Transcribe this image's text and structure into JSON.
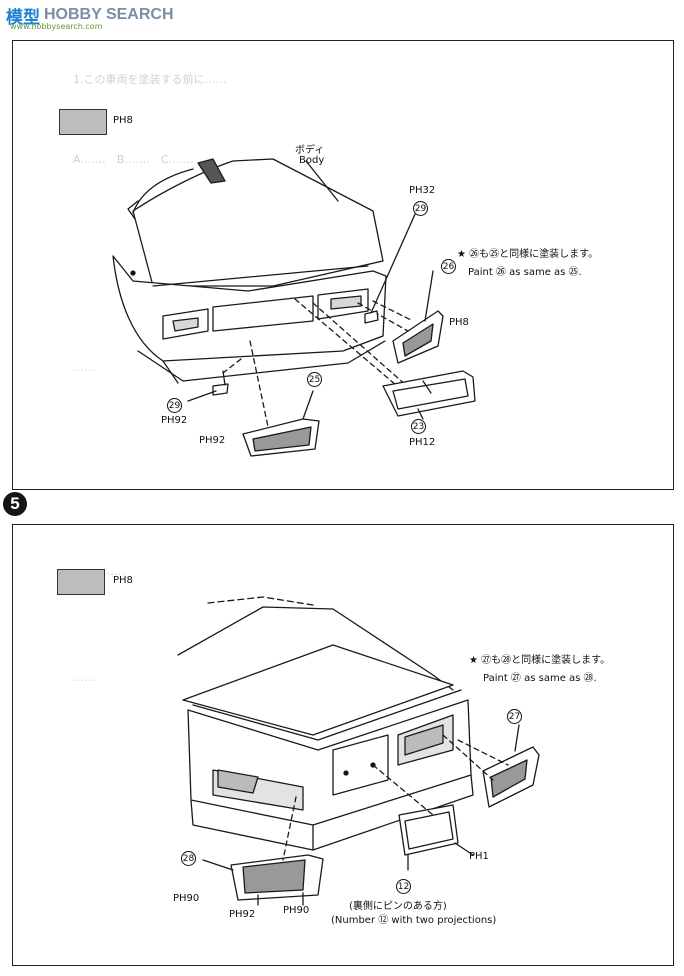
{
  "watermark": {
    "logo": "模型",
    "text": "HOBBY SEARCH",
    "sub": "www.hobbysearch.com"
  },
  "step5_badge": "5",
  "panel4": {
    "paint_code": "PH8",
    "body_label_jp": "ボディ",
    "body_label_en": "Body",
    "note_jp": "★ ㉖も㉕と同様に塗装します。",
    "note_en": "Paint ㉖ as same as ㉕.",
    "parts": [
      {
        "num": "29",
        "code": "PH32"
      },
      {
        "num": "26",
        "code": "PH8"
      },
      {
        "num": "25",
        "code": "PH92"
      },
      {
        "num": "29",
        "code": "PH92"
      },
      {
        "num": "23",
        "code": "PH12"
      }
    ]
  },
  "panel5": {
    "paint_code": "PH8",
    "note_jp": "★ ㉗も㉘と同様に塗装します。",
    "note_en": "Paint ㉗ as same as ㉘.",
    "plate_code": "PH1",
    "plate_num": "12",
    "plate_note_jp": "(裏側にピンのある方)",
    "plate_note_en": "(Number ⑫ with two projections)",
    "parts": [
      {
        "num": "27"
      },
      {
        "num": "28",
        "codes": [
          "PH90",
          "PH92",
          "PH90"
        ]
      }
    ]
  },
  "colors": {
    "swatch": "#bdbdbd",
    "ink": "#111111"
  }
}
